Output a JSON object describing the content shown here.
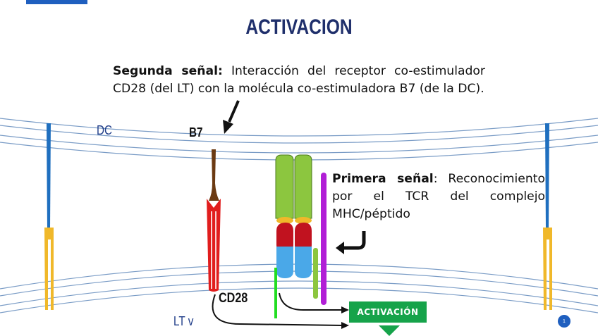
{
  "title": "ACTIVACION",
  "segunda_senal": {
    "heading": "Segunda señal:",
    "text": " Interacción del receptor co-estimulador CD28 (del LT) con la molécula co-estimuladora B7 (de la DC)."
  },
  "primera_senal": {
    "heading": "Primera señal",
    "text": ": Reconocimiento por el TCR del complejo MHC/péptido"
  },
  "labels": {
    "dc": "DC",
    "b7": "B7",
    "cd28": "CD28",
    "lt": "LT v"
  },
  "activation_label": "ACTIVACIÓN",
  "page_number": "1",
  "colors": {
    "title": "#1f2f6b",
    "membrane": "#7a9cc6",
    "receptor_blue": "#1f6fbf",
    "receptor_yellow": "#f0b82a",
    "cd28_red": "#e11d1d",
    "b7_brown": "#6b3a12",
    "mhc_green": "#8cc63f",
    "tcr_red": "#c1121f",
    "tcr_blue": "#4aa8e8",
    "peptide_purple": "#b11fd6",
    "activation_green": "#16a34a"
  }
}
